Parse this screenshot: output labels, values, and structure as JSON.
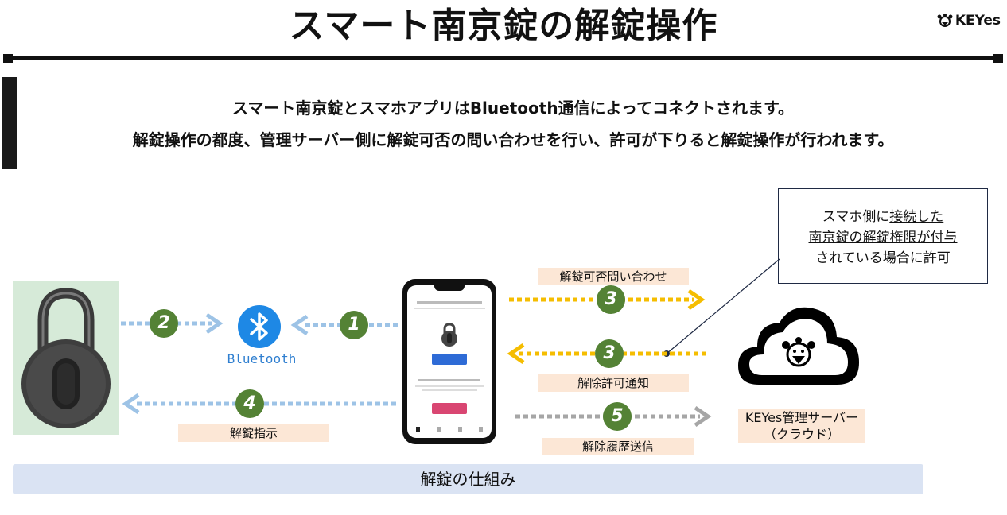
{
  "title": "スマート南京錠の解錠操作",
  "brand": "KEYes",
  "intro": {
    "line1": "スマート南京錠とスマホアプリはBluetooth通信によってコネクトされます。",
    "line2": "解錠操作の都度、管理サーバー側に解錠可否の問い合わせを行い、許可が下りると解錠操作が行われます。"
  },
  "note": {
    "line1_plain": "スマホ側に",
    "line1_underlined": "接続した",
    "line2": "南京錠の解錠権限が付与",
    "line3": "されている場合に許可"
  },
  "bluetooth_label": "Bluetooth",
  "server_label": {
    "line1": "KEYes管理サーバー",
    "line2": "（クラウド）"
  },
  "steps": {
    "s1": "1",
    "s2": "2",
    "s3a": "3",
    "s3b": "3",
    "s4": "4",
    "s5": "5"
  },
  "labels": {
    "query": "解錠可否問い合わせ",
    "permit": "解除許可通知",
    "unlock": "解錠指示",
    "history": "解除履歴送信"
  },
  "footer": "解錠の仕組み",
  "colors": {
    "query_arrow": "#f5bd00",
    "bluetooth_arrow": "#9dc3e6",
    "history_arrow": "#a6a6a6",
    "step_badge": "#548235",
    "label_bg": "#fce7d6",
    "footer_bg": "#dae3f3",
    "bluetooth_blue": "#1e88e5"
  },
  "icons": [
    "padlock-icon",
    "bluetooth-icon",
    "smartphone-icon",
    "cloud-server-icon",
    "keyes-logo-icon"
  ]
}
